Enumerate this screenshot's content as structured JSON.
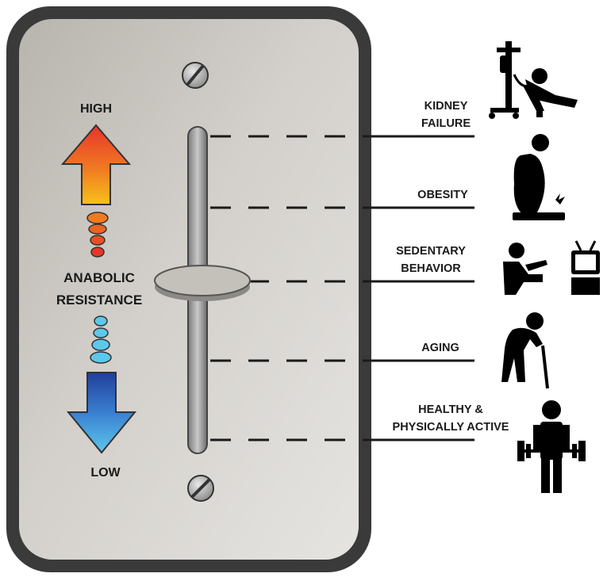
{
  "scale": {
    "high_label": "HIGH",
    "center_label_line1": "ANABOLIC",
    "center_label_line2": "RESISTANCE",
    "low_label": "LOW"
  },
  "levels": [
    {
      "line1": "KIDNEY",
      "line2": "FAILURE",
      "icon": "dialysis-patient-icon"
    },
    {
      "line1": "OBESITY",
      "line2": "",
      "icon": "obese-person-on-scale-icon"
    },
    {
      "line1": "SEDENTARY",
      "line2": "BEHAVIOR",
      "icon": "person-watching-tv-icon"
    },
    {
      "line1": "AGING",
      "line2": "",
      "icon": "elderly-person-with-cane-icon"
    },
    {
      "line1": "HEALTHY &",
      "line2": "PHYSICALLY ACTIVE",
      "icon": "weightlifter-icon"
    }
  ],
  "slider_position": "sedentary-behavior",
  "colors": {
    "arrow_up_top": "#e8352a",
    "arrow_up_bottom": "#f7c21a",
    "arrow_down_top": "#1f3f9a",
    "arrow_down_bottom": "#5cc8ec",
    "plate": "#c9c5c0",
    "frame": "#3a3a3a"
  }
}
